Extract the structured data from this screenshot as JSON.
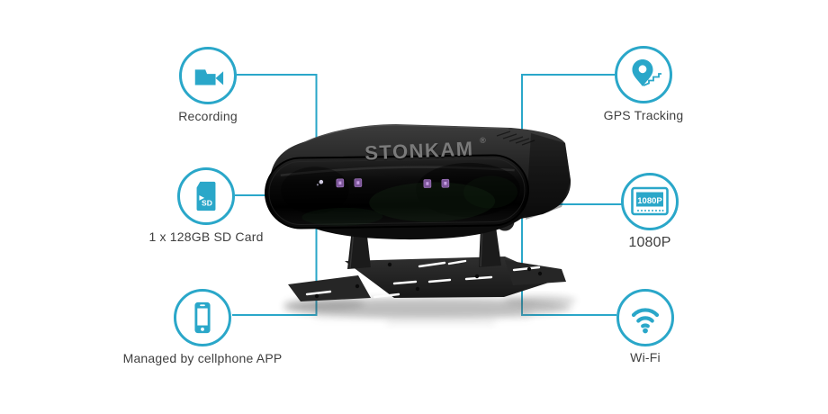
{
  "brand": {
    "logo_text": "STONKAM",
    "registered_mark": "®"
  },
  "colors": {
    "accent": "#2aa7c9",
    "label_text": "#3f3f3f",
    "logo_gray": "#7a7a7a",
    "led_purple": "#7c5598"
  },
  "features": {
    "left": [
      {
        "label": "Recording",
        "icon": "video-camera-icon"
      },
      {
        "label": "1 x 128GB SD Card",
        "icon": "sd-card-icon",
        "icon_text": "SD"
      },
      {
        "label": "Managed by cellphone APP",
        "icon": "smartphone-icon"
      }
    ],
    "right": [
      {
        "label": "GPS Tracking",
        "icon": "gps-pin-icon"
      },
      {
        "label": "1080P",
        "icon": "monitor-1080p-icon",
        "icon_text": "1080P"
      },
      {
        "label": "Wi-Fi",
        "icon": "wifi-icon"
      }
    ]
  }
}
